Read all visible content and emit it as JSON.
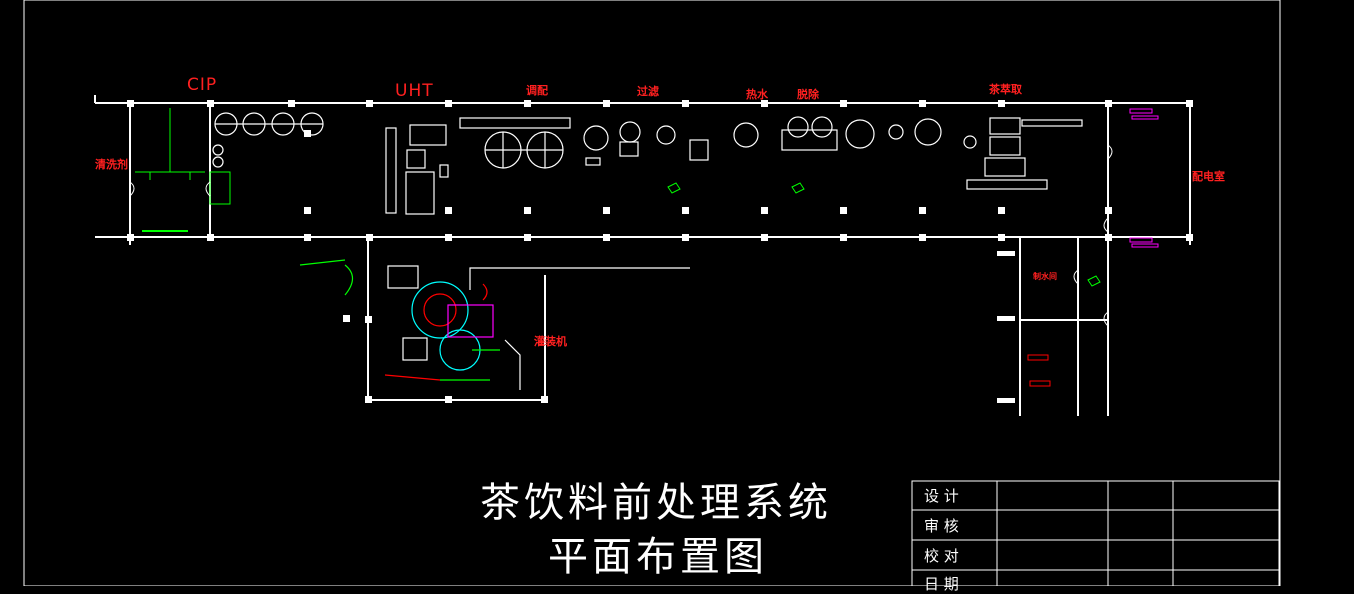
{
  "labels": {
    "cip": "CIP",
    "uht": "UHT",
    "blending": "调配",
    "filtering": "过滤",
    "hot_water": "热水",
    "degassing": "脱除",
    "tea_extract": "茶萃取",
    "cleaning": "清洗剂",
    "power_room": "配电室",
    "filler": "灌装机",
    "small_room": "制水间"
  },
  "title": {
    "line1": "茶饮料前处理系统",
    "line2": "平面布置图"
  },
  "title_block": {
    "rows": [
      "设  计",
      "审  核",
      "校  对",
      "日  期"
    ]
  },
  "colors": {
    "line": "#ffffff",
    "label": "#ff2020",
    "green": "#00ff00",
    "magenta": "#ff00ff",
    "cyan": "#00ffff",
    "red": "#ff0000"
  }
}
